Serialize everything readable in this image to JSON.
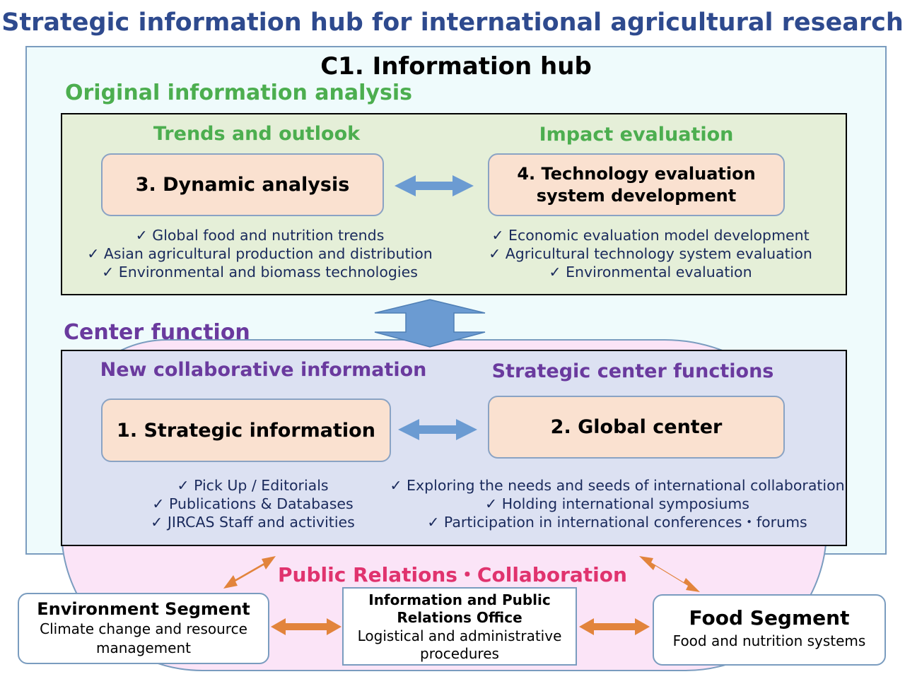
{
  "title": "Strategic information hub for international agricultural research",
  "hub": {
    "title": "C1. Information hub",
    "analysis": {
      "heading": "Original information analysis",
      "left": {
        "heading": "Trends and outlook",
        "box": "3. Dynamic analysis",
        "bullets": [
          "✓ Global food and nutrition trends",
          "✓ Asian agricultural production and distribution",
          "✓ Environmental and biomass technologies"
        ]
      },
      "right": {
        "heading": "Impact evaluation",
        "box_line1": "4. Technology evaluation",
        "box_line2": "system development",
        "bullets": [
          "✓ Economic evaluation model development",
          "✓ Agricultural technology system evaluation",
          "✓ Environmental evaluation"
        ]
      }
    },
    "center": {
      "heading": "Center function",
      "left": {
        "heading": "New collaborative information",
        "box": "1. Strategic information",
        "bullets": [
          "✓ Pick Up / Editorials",
          "✓ Publications & Databases",
          "✓ JIRCAS Staff and activities"
        ]
      },
      "right": {
        "heading": "Strategic center functions",
        "box": "2. Global center",
        "bullets": [
          "✓ Exploring the needs and seeds of international collaboration",
          "✓ Holding international symposiums",
          "✓ Participation in international conferences・forums"
        ]
      }
    }
  },
  "pr": {
    "label": "Public Relations・Collaboration",
    "environment": {
      "title": "Environment Segment",
      "desc_line1": "Climate change and resource",
      "desc_line2": "management"
    },
    "office": {
      "title_line1": "Information and Public",
      "title_line2": "Relations Office",
      "desc_line1": "Logistical and administrative",
      "desc_line2": "procedures"
    },
    "food": {
      "title": "Food Segment",
      "desc": "Food and nutrition systems"
    }
  },
  "colors": {
    "title_blue": "#2e4a8e",
    "heading_green": "#4cae4f",
    "heading_purple": "#6a3a9e",
    "pr_pink": "#e0336e",
    "arrow_blue": "#6b9bd2",
    "arrow_orange": "#e2843c",
    "box_fill": "#fae1d0"
  }
}
